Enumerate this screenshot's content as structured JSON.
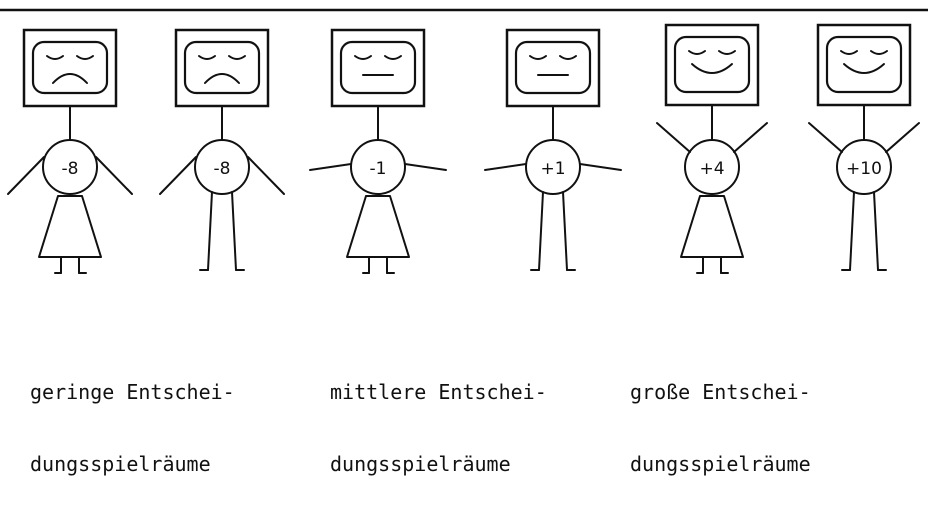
{
  "figures": [
    {
      "value": "-8",
      "mood": "sad",
      "body": "dress",
      "arms": "down"
    },
    {
      "value": "-8",
      "mood": "sad",
      "body": "legs",
      "arms": "down"
    },
    {
      "value": "-1",
      "mood": "neutral",
      "body": "dress",
      "arms": "out"
    },
    {
      "value": "+1",
      "mood": "neutral",
      "body": "legs",
      "arms": "out"
    },
    {
      "value": "+4",
      "mood": "happy",
      "body": "dress",
      "arms": "up"
    },
    {
      "value": "+10",
      "mood": "happy",
      "body": "legs",
      "arms": "up"
    }
  ],
  "captions": [
    {
      "line1": "geringe Entschei-",
      "line2": "dungsspielräume"
    },
    {
      "line1": "mittlere Entschei-",
      "line2": "dungsspielräume"
    },
    {
      "line1": "große Entschei-",
      "line2": "dungsspielräume"
    }
  ],
  "colors": {
    "ink": "#111111",
    "paper": "#ffffff"
  }
}
